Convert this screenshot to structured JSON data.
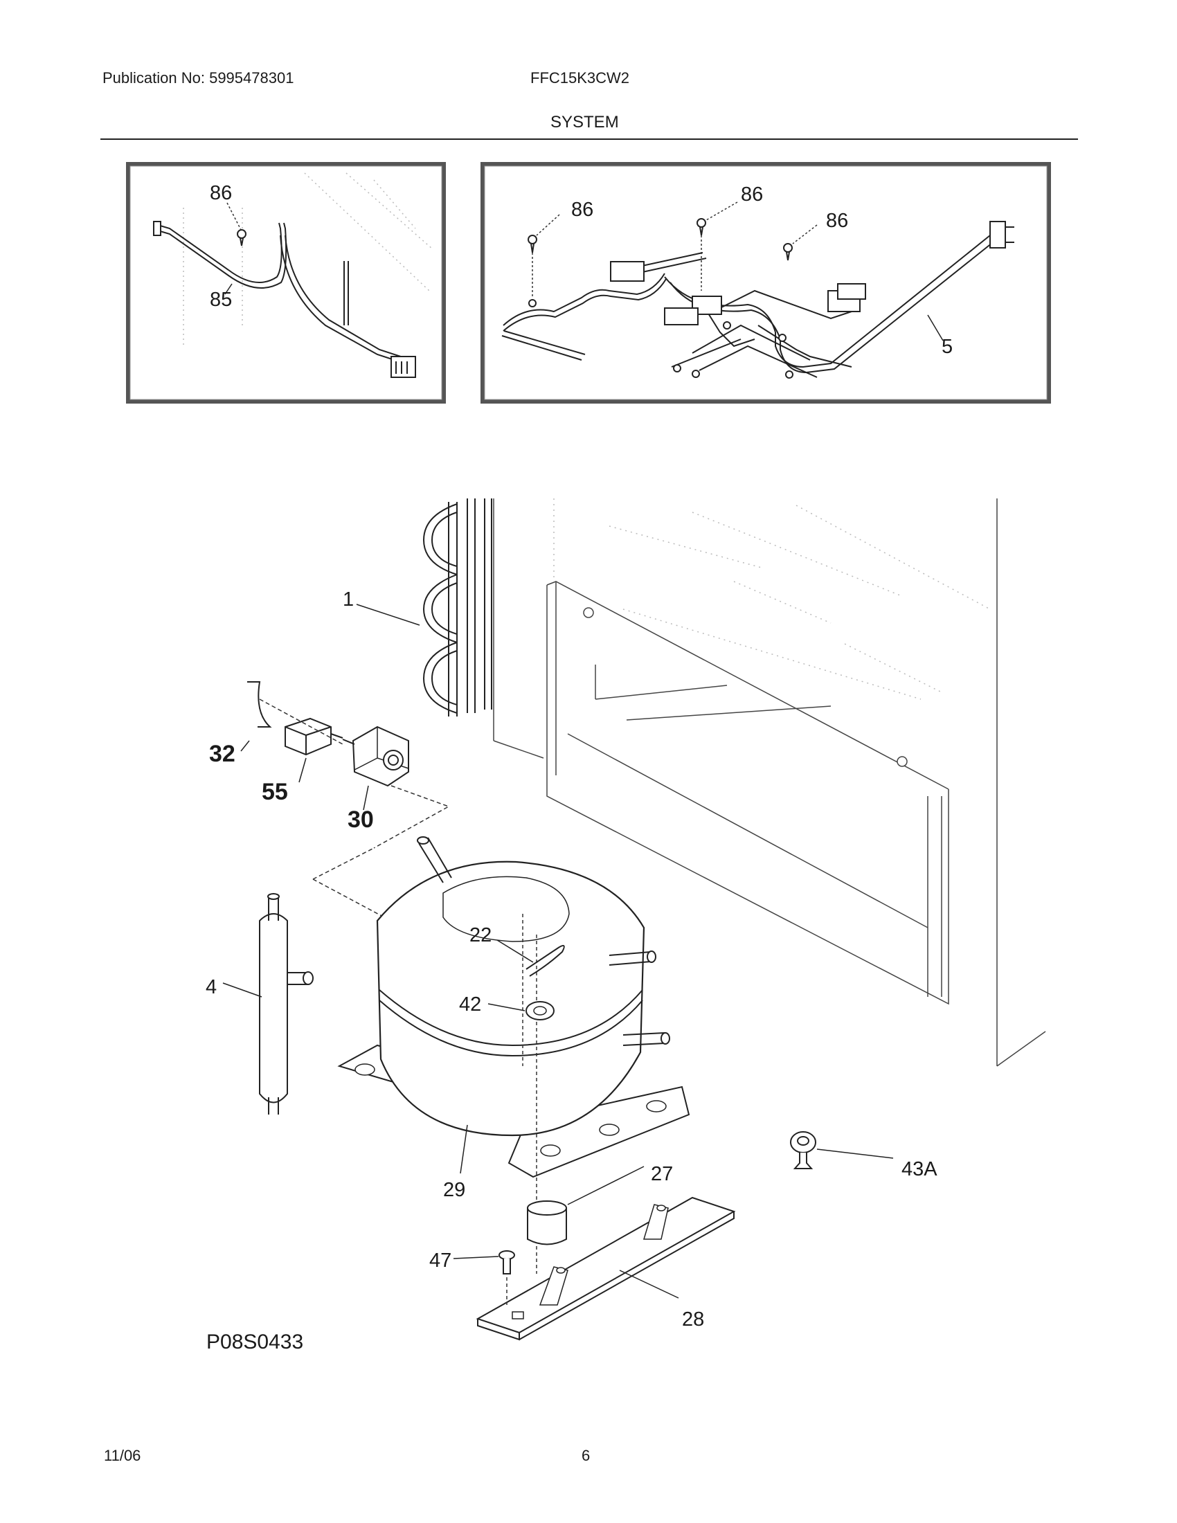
{
  "header": {
    "publication": "Publication No: 5995478301",
    "model": "FFC15K3CW2",
    "section_title": "SYSTEM"
  },
  "callouts": {
    "inset_left": [
      "86",
      "85"
    ],
    "inset_right": [
      "86",
      "86",
      "86",
      "5"
    ],
    "main": {
      "condenser": "1",
      "clip": "32",
      "relay": "55",
      "overload_cover": "30",
      "drier": "4",
      "clip_22": "22",
      "grommet": "42",
      "compressor": "29",
      "mount_grommet": "27",
      "screw": "47",
      "rail": "28",
      "clamp": "43A"
    }
  },
  "figure_id": "P08S0433",
  "footer": {
    "date": "11/06",
    "page": "6"
  }
}
